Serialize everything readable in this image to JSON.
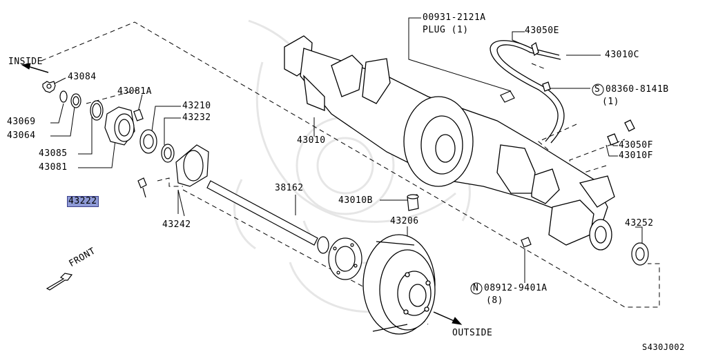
{
  "diagram": {
    "code": "S430J002",
    "direction_inside": "INSIDE",
    "direction_outside": "OUTSIDE",
    "direction_front": "FRONT",
    "highlighted_part": "43222",
    "colors": {
      "highlight": "#8e9ad6",
      "line": "#000000",
      "watermark": "#e6e6e6"
    },
    "parts": [
      {
        "id": "p43084",
        "text": "43084"
      },
      {
        "id": "p43069",
        "text": "43069"
      },
      {
        "id": "p43064",
        "text": "43064"
      },
      {
        "id": "p43081A",
        "text": "43081A"
      },
      {
        "id": "p43085",
        "text": "43085"
      },
      {
        "id": "p43081",
        "text": "43081"
      },
      {
        "id": "p43210",
        "text": "43210"
      },
      {
        "id": "p43232",
        "text": "43232"
      },
      {
        "id": "p43242",
        "text": "43242"
      },
      {
        "id": "p38162",
        "text": "38162"
      },
      {
        "id": "p43010",
        "text": "43010"
      },
      {
        "id": "p00931",
        "text": "00931-2121A"
      },
      {
        "id": "pPlug",
        "text": "PLUG (1)"
      },
      {
        "id": "p43050E",
        "text": "43050E"
      },
      {
        "id": "p43010C",
        "text": "43010C"
      },
      {
        "id": "p08360",
        "text": "08360-8141B"
      },
      {
        "id": "p08360q",
        "text": "(1)"
      },
      {
        "id": "p43050F",
        "text": "43050F"
      },
      {
        "id": "p43010F",
        "text": "43010F"
      },
      {
        "id": "p43010B",
        "text": "43010B"
      },
      {
        "id": "p43206",
        "text": "43206"
      },
      {
        "id": "p43252",
        "text": "43252"
      },
      {
        "id": "p08912",
        "text": "08912-9401A"
      },
      {
        "id": "p08912q",
        "text": "(8)"
      }
    ]
  }
}
